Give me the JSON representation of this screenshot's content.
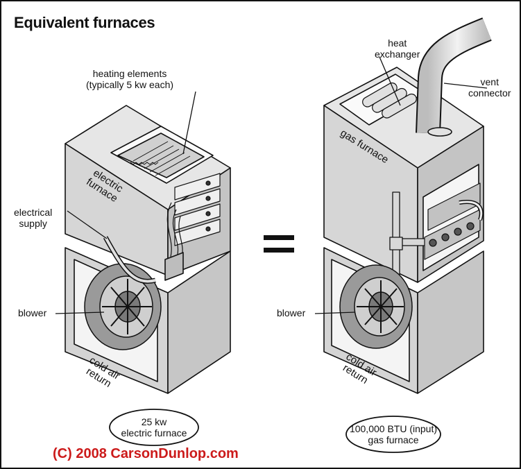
{
  "title": "Equivalent furnaces",
  "electric": {
    "heating_elements": "heating elements\n(typically 5 kw each)",
    "body_label": "electric\nfurnace",
    "electrical_supply": "electrical\nsupply",
    "blower": "blower",
    "cold_air_return": "cold air\nreturn",
    "rating_line1": "25 kw",
    "rating_line2": "electric furnace"
  },
  "equals": "=",
  "gas": {
    "heat_exchanger": "heat\nexchanger",
    "vent_connector": "vent\nconnector",
    "body_label": "gas furnace",
    "blower": "blower",
    "cold_air_return": "cold air\nreturn",
    "rating_line1": "100,000 BTU (input)",
    "rating_line2": "gas furnace"
  },
  "copyright": "(C) 2008 CarsonDunlop.com",
  "colors": {
    "cabinet_side": "#d4d4d4",
    "cabinet_front": "#bdbdbd",
    "cabinet_top": "#e6e6e6",
    "blower_dark": "#8a8a8a",
    "outline": "#111111",
    "copyright": "#cc1b1b"
  }
}
